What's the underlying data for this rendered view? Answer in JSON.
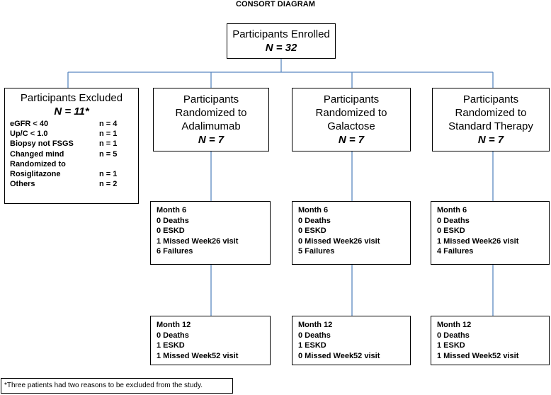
{
  "title": "CONSORT DIAGRAM",
  "enrolled": {
    "label": "Participants Enrolled",
    "n": "N = 32"
  },
  "excluded": {
    "label": "Participants Excluded",
    "n": "N = 11*",
    "reasons": [
      {
        "reason": "eGFR < 40",
        "count": "n = 4"
      },
      {
        "reason": "Up/C < 1.0",
        "count": "n = 1"
      },
      {
        "reason": "Biopsy not FSGS",
        "count": "n = 1"
      },
      {
        "reason": "Changed mind",
        "count": "n = 5"
      },
      {
        "reason": "Randomized to",
        "count": ""
      },
      {
        "reason": "Rosiglitazone",
        "count": "n = 1"
      },
      {
        "reason": "Others",
        "count": "n = 2"
      }
    ]
  },
  "arms": [
    {
      "lines": [
        "Participants",
        "Randomized to",
        "Adalimumab"
      ],
      "n": "N = 7",
      "month6": [
        "Month 6",
        "0 Deaths",
        "0 ESKD",
        "1 Missed Week26 visit",
        "6 Failures"
      ],
      "month12": [
        "Month 12",
        "0 Deaths",
        "1 ESKD",
        "1 Missed Week52 visit"
      ]
    },
    {
      "lines": [
        "Participants",
        "Randomized to",
        "Galactose"
      ],
      "n": "N = 7",
      "month6": [
        "Month 6",
        "0 Deaths",
        "0 ESKD",
        "0 Missed Week26 visit",
        "5 Failures"
      ],
      "month12": [
        "Month 12",
        "0 Deaths",
        "1 ESKD",
        "0 Missed Week52 visit"
      ]
    },
    {
      "lines": [
        "Participants",
        "Randomized to",
        "Standard Therapy"
      ],
      "n": "N = 7",
      "month6": [
        "Month 6",
        "0 Deaths",
        "0 ESKD",
        "1 Missed Week26 visit",
        "4 Failures"
      ],
      "month12": [
        "Month 12",
        "0 Deaths",
        "1 ESKD",
        "1 Missed Week52 visit"
      ]
    }
  ],
  "footnote": "*Three patients had two reasons to be excluded from the study.",
  "colors": {
    "connector": "#5b88c0",
    "border": "#000000"
  }
}
